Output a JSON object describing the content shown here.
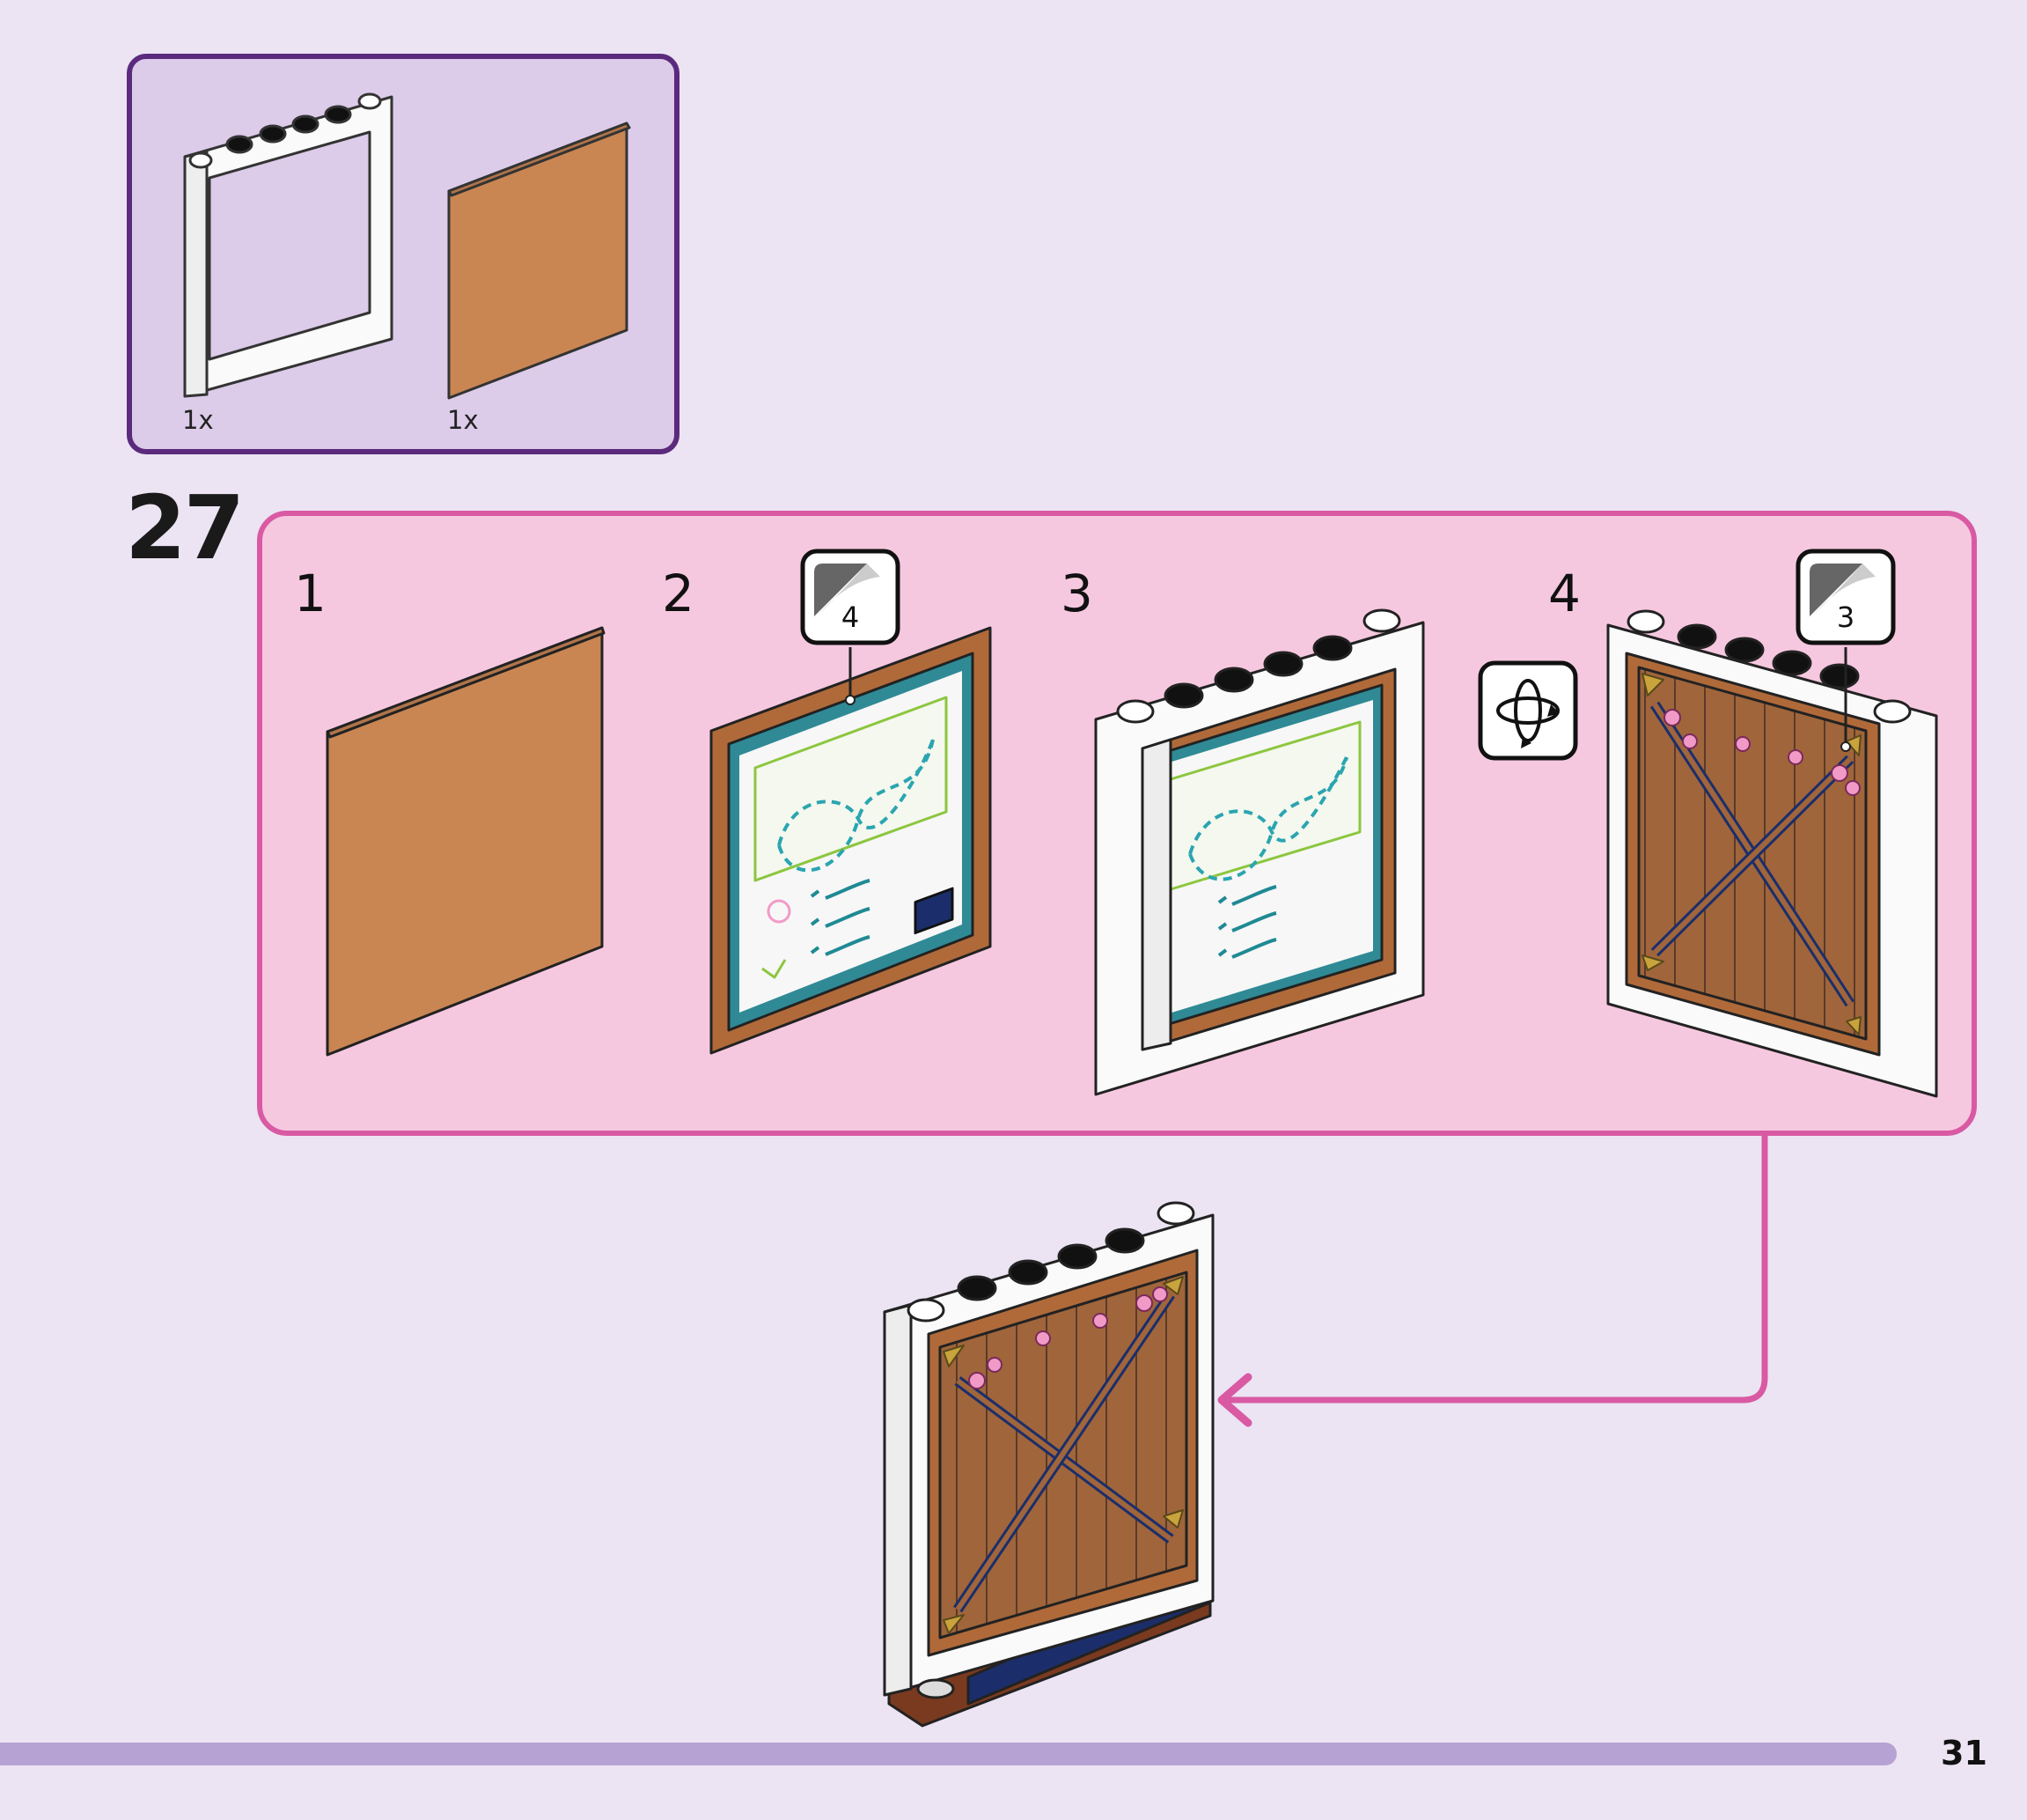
{
  "parts": [
    {
      "name": "white frame",
      "qty": "1x"
    },
    {
      "name": "brown panel",
      "qty": "1x"
    }
  ],
  "step": {
    "number": "27",
    "substeps": [
      "1",
      "2",
      "3",
      "4"
    ],
    "sticker_a": "4",
    "sticker_b": "3"
  },
  "page_number": "31",
  "colors": {
    "page_bg": "#ece4f3",
    "parts_bg": "#dccbe9",
    "parts_border": "#5b2a7d",
    "panel_bg": "#f6c8df",
    "panel_border": "#d95aa3",
    "tan_panel": "#c98653",
    "door_brown": "#a0653b",
    "progress": "#b6a2d3"
  },
  "icons": [
    "sticker-icon",
    "rotate-model-icon",
    "arrow-icon"
  ]
}
